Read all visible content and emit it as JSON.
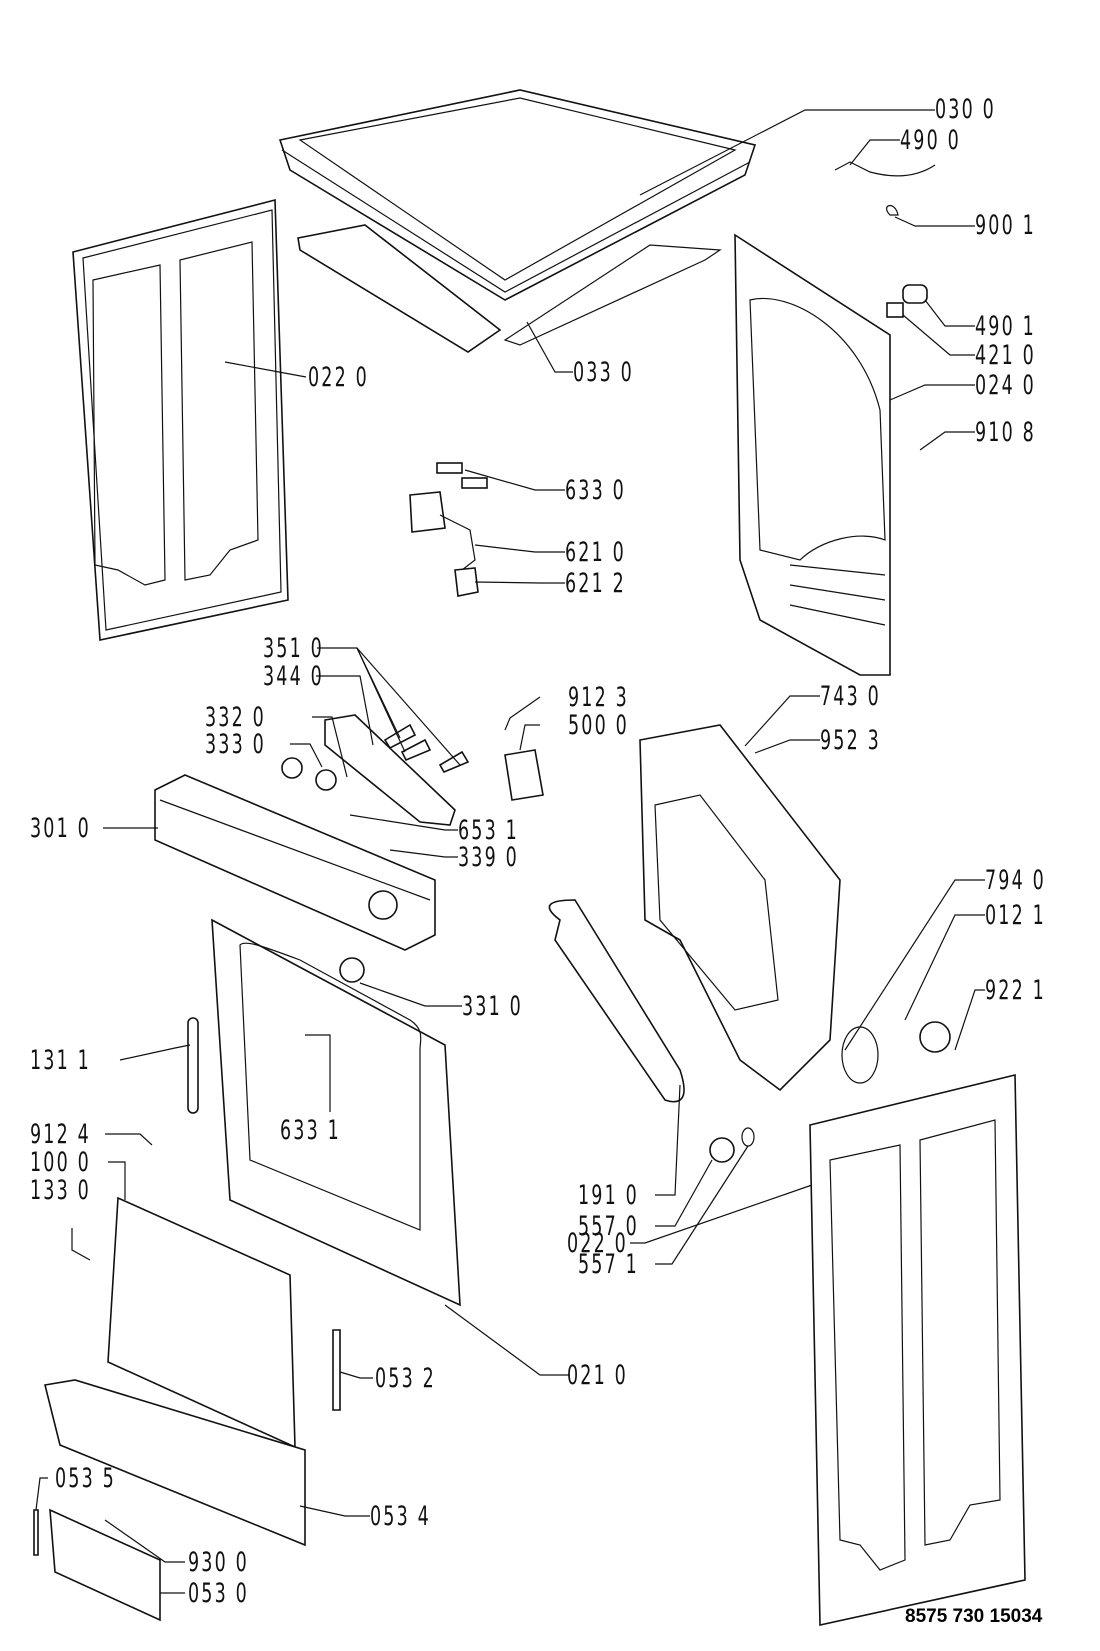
{
  "diagram": {
    "type": "exploded parts diagram",
    "document_number": "8575 730 15034",
    "parts": [
      {
        "id": "top-cover",
        "label": "030 0"
      },
      {
        "id": "power-cord",
        "label": "490 0"
      },
      {
        "id": "cable-clip",
        "label": "900 1"
      },
      {
        "id": "cable-bushing",
        "label": "490 1"
      },
      {
        "id": "filter-block",
        "label": "421 0"
      },
      {
        "id": "rear-panel",
        "label": "024 0"
      },
      {
        "id": "rear-screws",
        "label": "910 8"
      },
      {
        "id": "side-panel-left",
        "label": "022 0"
      },
      {
        "id": "top-support",
        "label": "033 0"
      },
      {
        "id": "connectors",
        "label": "633 0"
      },
      {
        "id": "wiring-harness",
        "label": "621 0"
      },
      {
        "id": "harness-connector",
        "label": "621 2"
      },
      {
        "id": "light-pipes",
        "label": "351 0"
      },
      {
        "id": "electronic-board",
        "label": "344 0"
      },
      {
        "id": "push-button",
        "label": "332 0"
      },
      {
        "id": "button-knob",
        "label": "333 0"
      },
      {
        "id": "control-panel",
        "label": "301 0"
      },
      {
        "id": "timer-screw",
        "label": "912 3"
      },
      {
        "id": "timer",
        "label": "500 0"
      },
      {
        "id": "panel-clips",
        "label": "653 1"
      },
      {
        "id": "panel-clip",
        "label": "339 0"
      },
      {
        "id": "drum-support",
        "label": "743 0"
      },
      {
        "id": "drum-clip",
        "label": "952 3"
      },
      {
        "id": "drive-belt",
        "label": "794 0"
      },
      {
        "id": "drum-shaft",
        "label": "012 1"
      },
      {
        "id": "shaft-screw",
        "label": "922 1"
      },
      {
        "id": "timer-knob",
        "label": "331 0"
      },
      {
        "id": "door-hinge",
        "label": "131 1"
      },
      {
        "id": "door-switch",
        "label": "633 1"
      },
      {
        "id": "hinge-screw",
        "label": "912 4"
      },
      {
        "id": "door",
        "label": "100 0"
      },
      {
        "id": "door-handle",
        "label": "133 0"
      },
      {
        "id": "front-gasket",
        "label": "191 0"
      },
      {
        "id": "lamp-holder",
        "label": "557 0"
      },
      {
        "id": "lamp-ring",
        "label": "557 1"
      },
      {
        "id": "side-panel-right",
        "label": "022 0"
      },
      {
        "id": "front-panel",
        "label": "021 0"
      },
      {
        "id": "foot",
        "label": "053 2"
      },
      {
        "id": "kick-strip",
        "label": "053 5"
      },
      {
        "id": "plinth",
        "label": "053 4"
      },
      {
        "id": "filter-rod",
        "label": "930 0"
      },
      {
        "id": "plinth-grille",
        "label": "053 0"
      }
    ]
  }
}
